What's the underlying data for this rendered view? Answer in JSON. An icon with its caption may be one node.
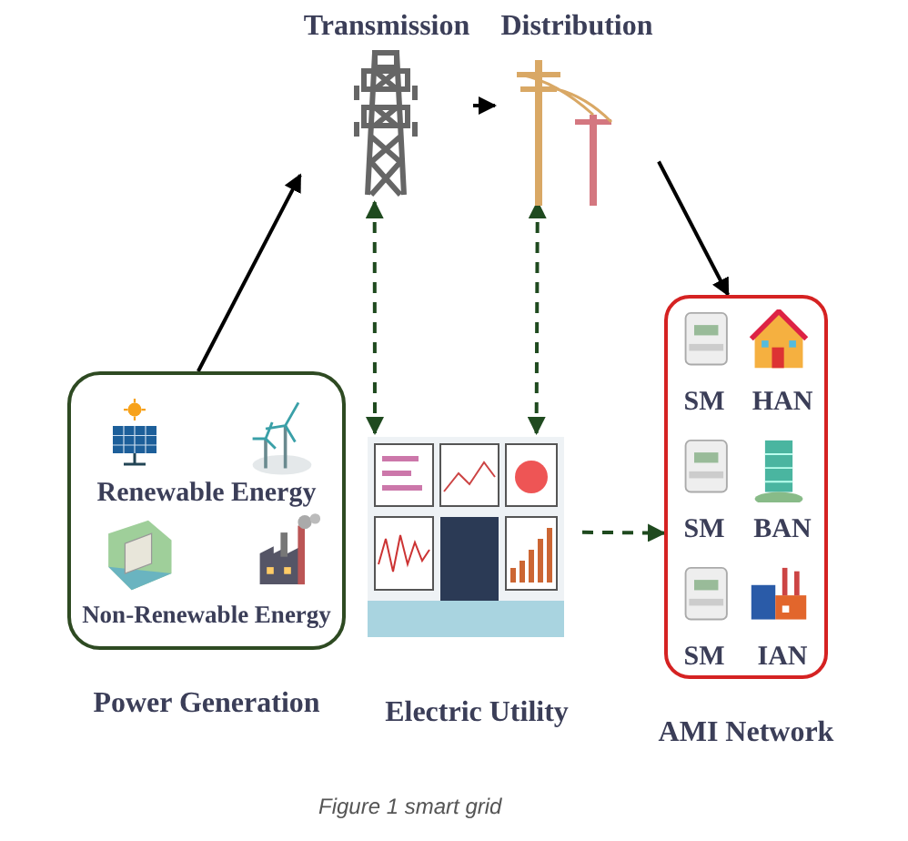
{
  "diagram": {
    "caption": "Figure 1 smart grid",
    "nodes": [
      {
        "text": [
          "Transmission"
        ]
      },
      {
        "text": [
          "Distribution"
        ]
      },
      {
        "text": [
          "Renewable Energy",
          "Non-Renewable Energy"
        ],
        "beside": [
          "Power Generation"
        ]
      },
      {
        "text": [
          "Electric Utility"
        ]
      },
      {
        "text": [
          "SM",
          "HAN",
          "SM",
          "BAN",
          "SM",
          "IAN"
        ],
        "beside": [
          "AMI Network"
        ]
      }
    ],
    "edges": [
      {
        "from": 2,
        "to": 0,
        "arrow": "to"
      },
      {
        "from": 0,
        "to": 1,
        "arrow": "to"
      },
      {
        "from": 1,
        "to": 4,
        "arrow": "to"
      },
      {
        "from": 3,
        "to": 0,
        "arrow": "both",
        "style": "dashed",
        "color": "#1f4a1f"
      },
      {
        "from": 3,
        "to": 1,
        "arrow": "both",
        "style": "dashed",
        "color": "#1f4a1f"
      },
      {
        "from": 3,
        "to": 4,
        "arrow": "to",
        "style": "dashed",
        "color": "#1f4a1f"
      }
    ]
  }
}
